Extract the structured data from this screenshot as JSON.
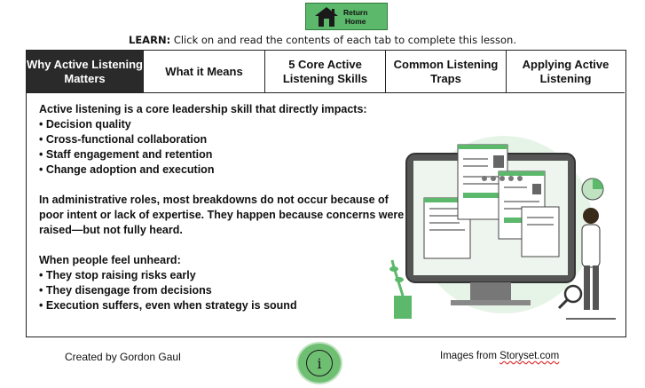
{
  "return_button": {
    "label_line1": "Return",
    "label_line2": "Home",
    "icon": "home-icon"
  },
  "instruction": {
    "prefix": "LEARN:",
    "text": " Click on and read the contents of each tab to complete this lesson."
  },
  "tabs": [
    {
      "label": "Why Active Listening Matters",
      "active": true
    },
    {
      "label": "What it Means",
      "active": false
    },
    {
      "label": "5 Core Active Listening Skills",
      "active": false
    },
    {
      "label": "Common Listening Traps",
      "active": false
    },
    {
      "label": "Applying Active Listening",
      "active": false
    }
  ],
  "content": {
    "intro": "Active listening is a core leadership skill that directly impacts:",
    "impacts": [
      "Decision quality",
      "Cross-functional collaboration",
      "Staff engagement and retention",
      "Change adoption and execution"
    ],
    "para": "In administrative roles, most breakdowns do not occur because of poor intent or lack of expertise. They happen because concerns were raised—but not fully heard.",
    "unheard_intro": "When people feel unheard:",
    "unheard_items": [
      "They stop raising risks early",
      "They disengage from decisions",
      "Execution suffers, even when strategy is sound"
    ]
  },
  "footer": {
    "created_by": "Created by Gordon Gaul",
    "images_prefix": "Images from ",
    "images_link": "Storyset.com",
    "info_icon": "info-icon",
    "info_glyph": "i"
  },
  "colors": {
    "accent_green": "#5cb86b",
    "active_tab": "#2a2a2a"
  }
}
